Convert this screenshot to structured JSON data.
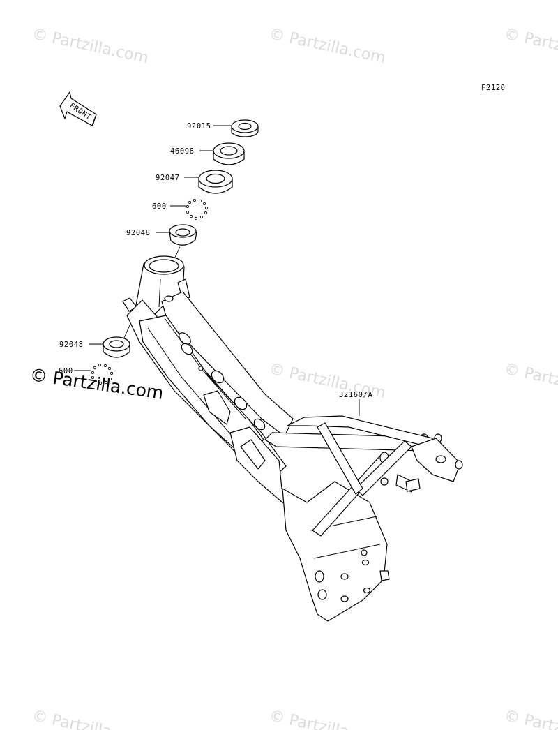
{
  "figure_code": "F2120",
  "front_arrow_label": "FRONT",
  "watermark": {
    "main": "© Partzilla.com",
    "repeat": "© Partzilla.com"
  },
  "callouts": {
    "p92015": "92015",
    "p46098": "46098",
    "p92047": "92047",
    "p600a": "600",
    "p92048a": "92048",
    "p92048b": "92048",
    "p600b": "600",
    "p32160": "32160/A"
  },
  "colors": {
    "line": "#000000",
    "background": "#ffffff",
    "watermark_faint": "#dcdcdc"
  }
}
